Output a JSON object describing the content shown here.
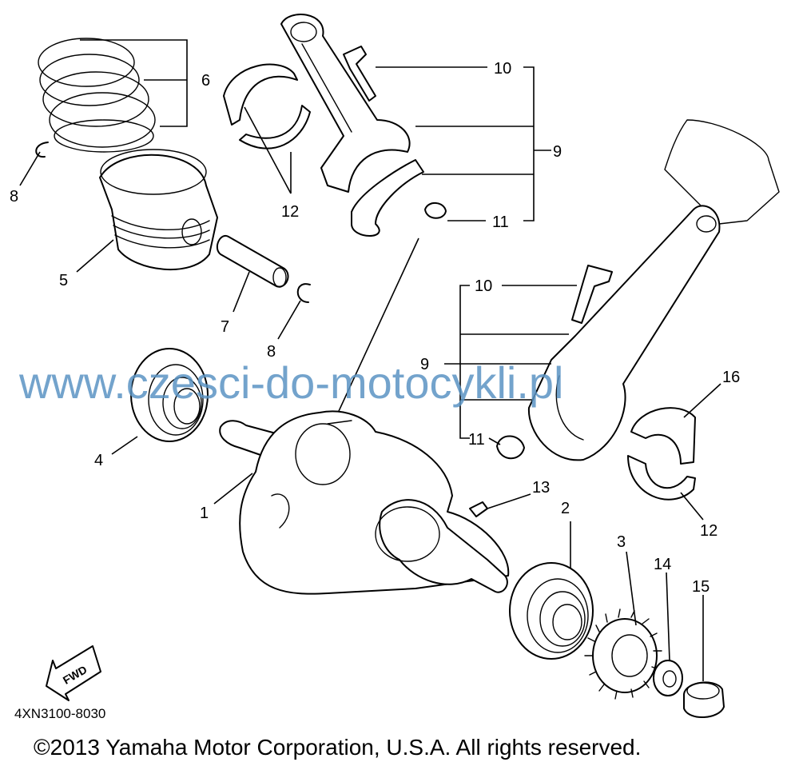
{
  "callouts": {
    "c1": "1",
    "c2": "2",
    "c3": "3",
    "c4": "4",
    "c5": "5",
    "c6": "6",
    "c7": "7",
    "c8a": "8",
    "c8b": "8",
    "c9a": "9",
    "c9b": "9",
    "c10a": "10",
    "c10b": "10",
    "c11a": "11",
    "c11b": "11",
    "c12a": "12",
    "c12b": "12",
    "c13": "13",
    "c14": "14",
    "c15": "15",
    "c16": "16"
  },
  "fwd_label": "FWD",
  "diagram_code": "4XN3100-8030",
  "watermark": "www.czesci-do-motocykli.pl",
  "copyright": "©2013 Yamaha Motor Corporation, U.S.A. All rights reserved."
}
